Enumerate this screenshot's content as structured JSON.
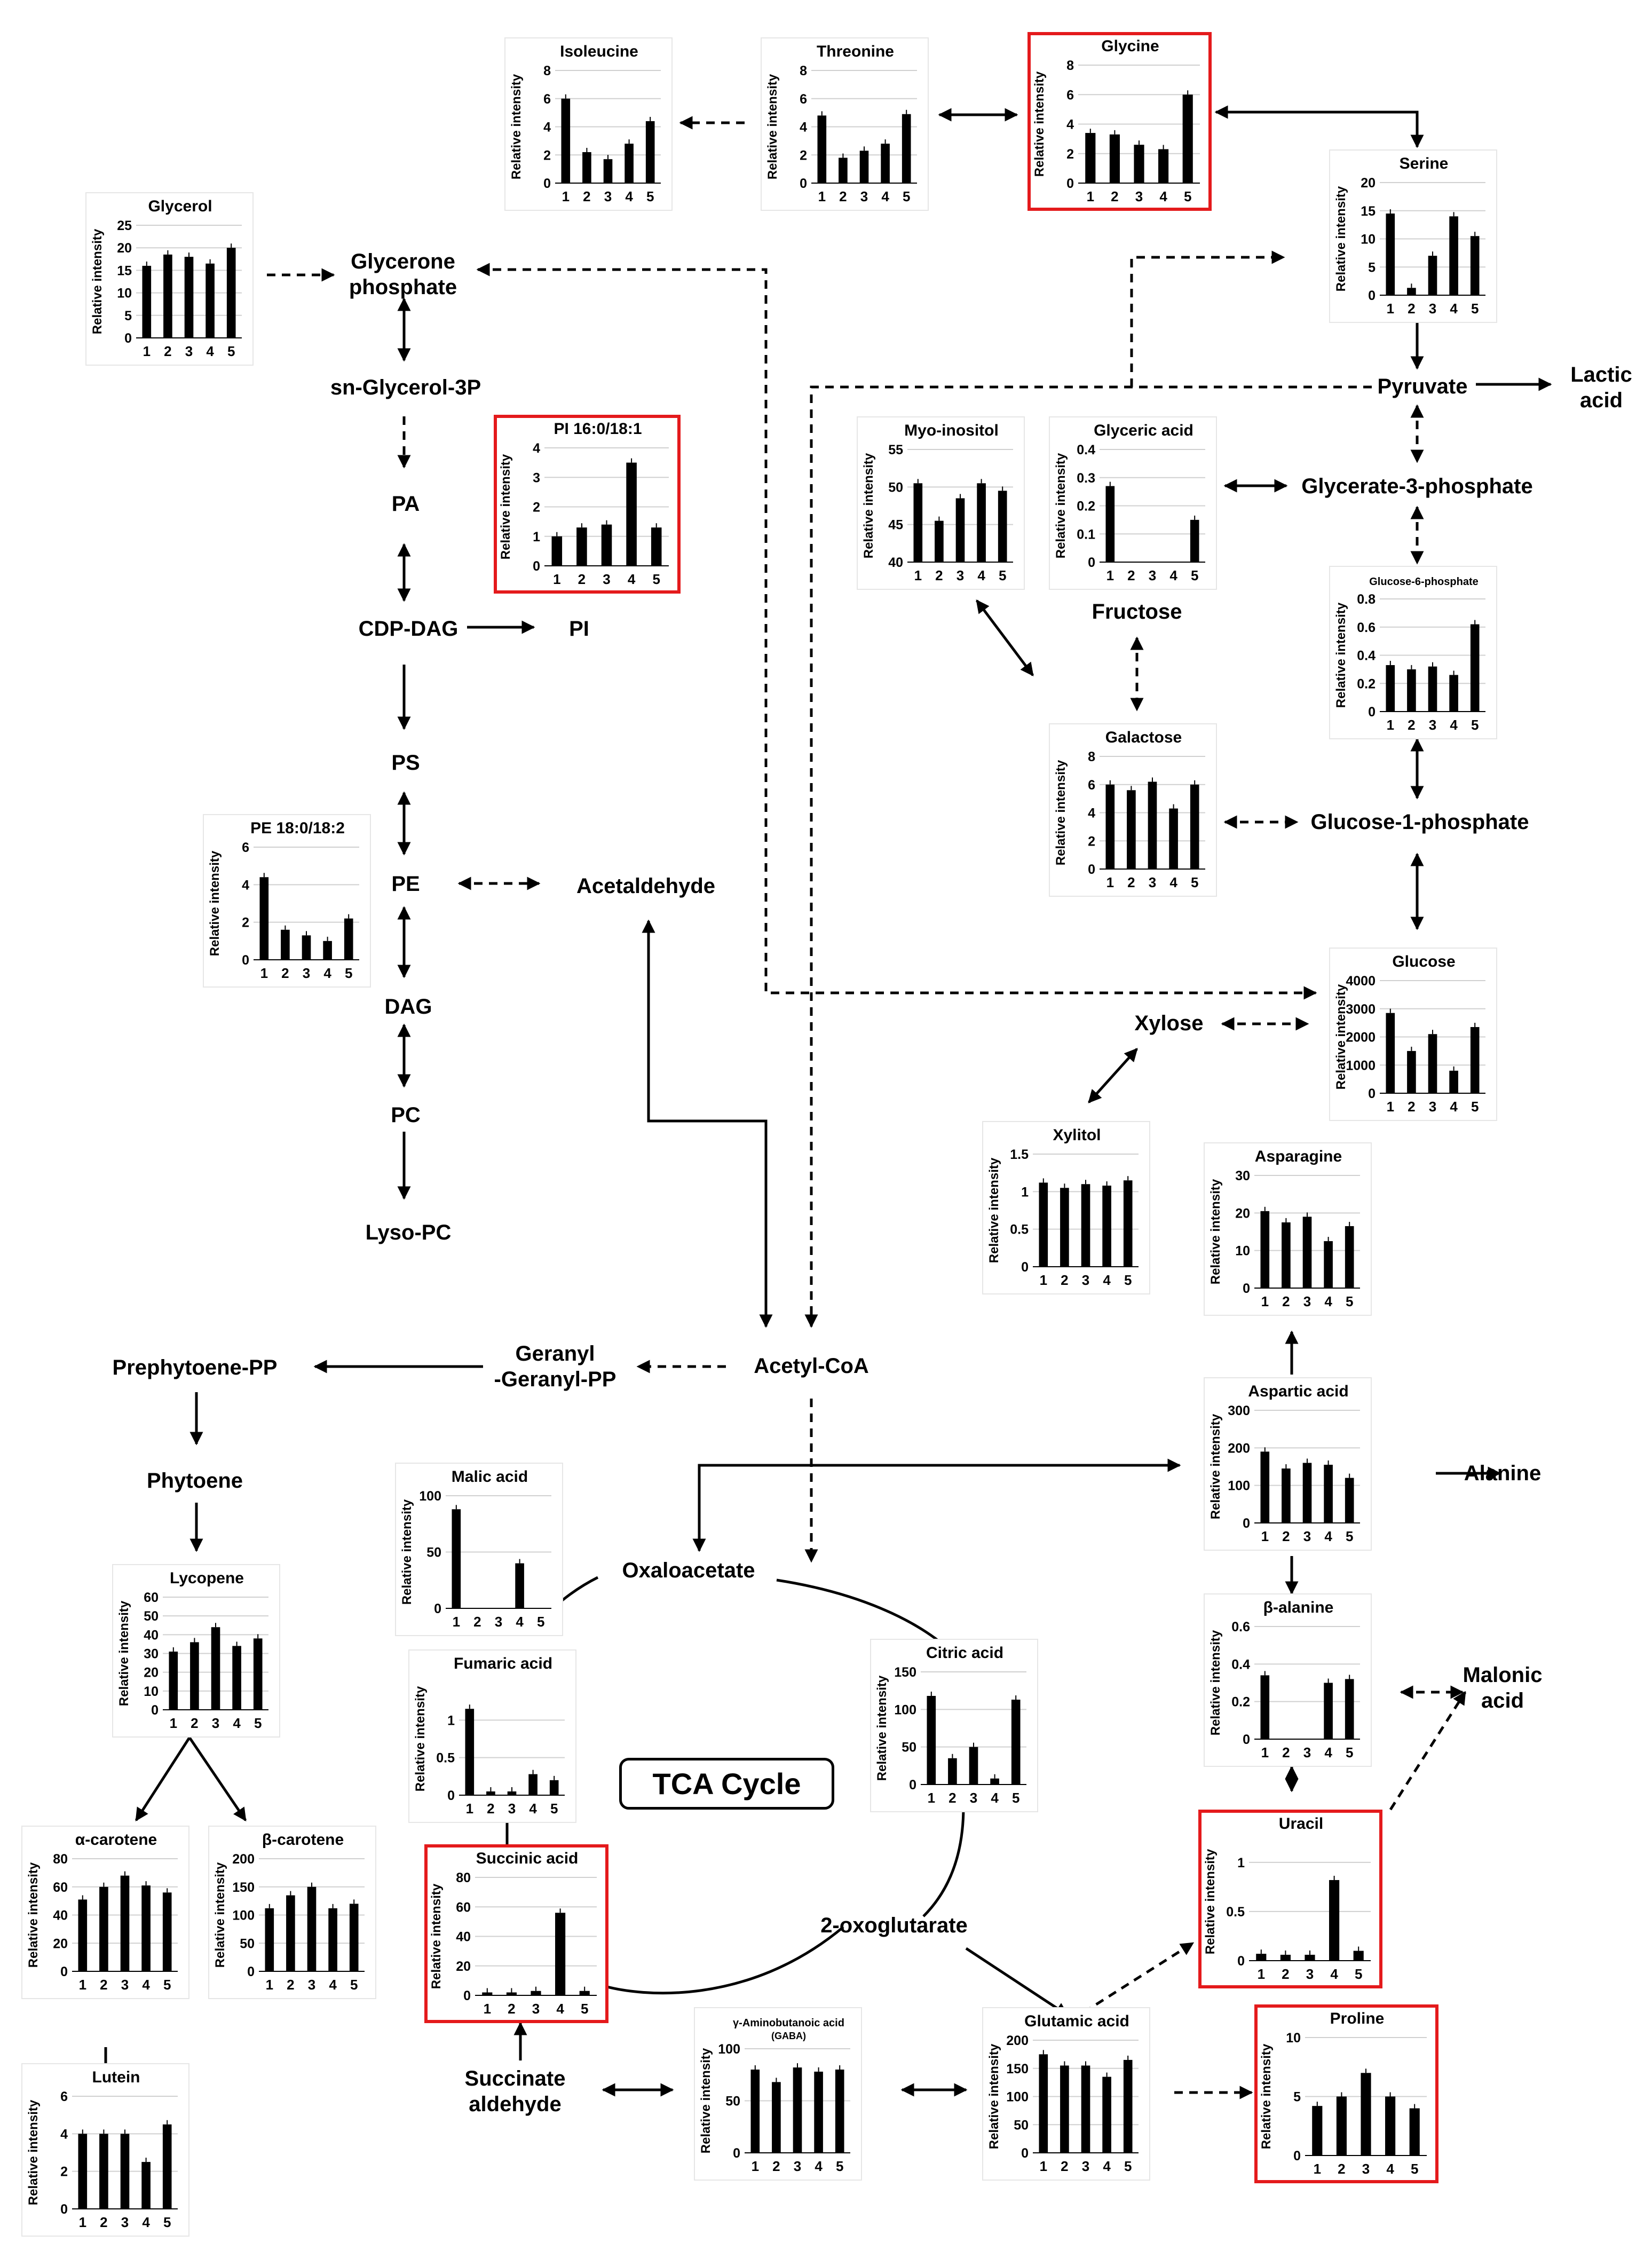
{
  "diagram": {
    "metabolites": {
      "glycerone_phosphate": "Glycerone\nphosphate",
      "sn_glycerol_3p": "sn-Glycerol-3P",
      "pa": "PA",
      "cdp_dag": "CDP-DAG",
      "pi": "PI",
      "ps": "PS",
      "pe": "PE",
      "dag": "DAG",
      "pc": "PC",
      "lyso_pc": "Lyso-PC",
      "acetaldehyde": "Acetaldehyde",
      "pyruvate": "Pyruvate",
      "lactic_acid": "Lactic\nacid",
      "glycerate_3_phosphate": "Glycerate-3-phosphate",
      "fructose": "Fructose",
      "glucose_1_phosphate": "Glucose-1-phosphate",
      "xylose": "Xylose",
      "alanine": "Alanine",
      "malonic_acid": "Malonic\nacid",
      "prephytoene_pp": "Prephytoene-PP",
      "geranyl_geranyl_pp": "Geranyl\n-Geranyl-PP",
      "acetyl_coa": "Acetyl-CoA",
      "phytoene": "Phytoene",
      "oxaloacetate": "Oxaloacetate",
      "two_oxoglutarate": "2-oxoglutarate",
      "succinate_aldehyde": "Succinate\naldehyde"
    },
    "tca_cycle_label": "TCA Cycle",
    "colors": {
      "highlight_border": "#e41a1c",
      "bars": "#000000",
      "arrows": "#000000"
    }
  },
  "chart_data": [
    {
      "name": "Isoleucine",
      "type": "bar",
      "title": "Isoleucine",
      "ylabel": "Relative intensity",
      "categories": [
        "1",
        "2",
        "3",
        "4",
        "5"
      ],
      "values": [
        6.0,
        2.2,
        1.7,
        2.8,
        4.4
      ],
      "ylim": [
        0,
        8
      ],
      "yticks": [
        "0",
        "2",
        "4",
        "6",
        "8"
      ],
      "highlighted": false
    },
    {
      "name": "Threonine",
      "type": "bar",
      "title": "Threonine",
      "ylabel": "Relative intensity",
      "categories": [
        "1",
        "2",
        "3",
        "4",
        "5"
      ],
      "values": [
        4.8,
        1.8,
        2.3,
        2.8,
        4.9
      ],
      "ylim": [
        0,
        8
      ],
      "yticks": [
        "0",
        "2",
        "4",
        "6",
        "8"
      ],
      "highlighted": false
    },
    {
      "name": "Glycine",
      "type": "bar",
      "title": "Glycine",
      "ylabel": "Relative intensity",
      "categories": [
        "1",
        "2",
        "3",
        "4",
        "5"
      ],
      "values": [
        3.4,
        3.3,
        2.6,
        2.3,
        6.0
      ],
      "ylim": [
        0,
        8
      ],
      "yticks": [
        "0",
        "2",
        "4",
        "6",
        "8"
      ],
      "highlighted": true
    },
    {
      "name": "Serine",
      "type": "bar",
      "title": "Serine",
      "ylabel": "Relative intensity",
      "categories": [
        "1",
        "2",
        "3",
        "4",
        "5"
      ],
      "values": [
        14.5,
        1.3,
        7.0,
        14.0,
        10.5
      ],
      "ylim": [
        0,
        20
      ],
      "yticks": [
        "0",
        "5",
        "10",
        "15",
        "20"
      ],
      "highlighted": false
    },
    {
      "name": "Glycerol",
      "type": "bar",
      "title": "Glycerol",
      "ylabel": "Relative intensity",
      "categories": [
        "1",
        "2",
        "3",
        "4",
        "5"
      ],
      "values": [
        16.0,
        18.5,
        18.0,
        16.5,
        20.0
      ],
      "ylim": [
        0,
        25
      ],
      "yticks": [
        "0",
        "5",
        "10",
        "15",
        "20",
        "25"
      ],
      "highlighted": false
    },
    {
      "name": "PI 16:0/18:1",
      "type": "bar",
      "title": "PI 16:0/18:1",
      "ylabel": "Relative intensity",
      "categories": [
        "1",
        "2",
        "3",
        "4",
        "5"
      ],
      "values": [
        1.0,
        1.3,
        1.4,
        3.5,
        1.3
      ],
      "ylim": [
        0,
        4
      ],
      "yticks": [
        "0",
        "1",
        "2",
        "3",
        "4"
      ],
      "highlighted": true
    },
    {
      "name": "Myo-inositol",
      "type": "bar",
      "title": "Myo-inositol",
      "ylabel": "Relative intensity",
      "categories": [
        "1",
        "2",
        "3",
        "4",
        "5"
      ],
      "values": [
        50.5,
        45.5,
        48.5,
        50.5,
        49.5
      ],
      "ylim": [
        40,
        55
      ],
      "yticks": [
        "40",
        "45",
        "50",
        "55"
      ],
      "highlighted": false
    },
    {
      "name": "Glyceric acid",
      "type": "bar",
      "title": "Glyceric acid",
      "ylabel": "Relative intensity",
      "categories": [
        "1",
        "2",
        "3",
        "4",
        "5"
      ],
      "values": [
        0.27,
        0.0,
        0.0,
        0.0,
        0.15
      ],
      "ylim": [
        0,
        0.4
      ],
      "yticks": [
        "0",
        "0.1",
        "0.2",
        "0.3",
        "0.4"
      ],
      "highlighted": false
    },
    {
      "name": "Glucose-6-phosphate",
      "type": "bar",
      "title": "Glucose-6-phosphate",
      "ylabel": "Relative intensity",
      "categories": [
        "1",
        "2",
        "3",
        "4",
        "5"
      ],
      "values": [
        0.33,
        0.3,
        0.32,
        0.26,
        0.62
      ],
      "ylim": [
        0,
        0.8
      ],
      "yticks": [
        "0",
        "0.2",
        "0.4",
        "0.6",
        "0.8"
      ],
      "highlighted": false
    },
    {
      "name": "Galactose",
      "type": "bar",
      "title": "Galactose",
      "ylabel": "Relative intensity",
      "categories": [
        "1",
        "2",
        "3",
        "4",
        "5"
      ],
      "values": [
        6.0,
        5.6,
        6.2,
        4.3,
        6.0
      ],
      "ylim": [
        0,
        8
      ],
      "yticks": [
        "0",
        "2",
        "4",
        "6",
        "8"
      ],
      "highlighted": false
    },
    {
      "name": "PE 18:0/18:2",
      "type": "bar",
      "title": "PE 18:0/18:2",
      "ylabel": "Relative intensity",
      "categories": [
        "1",
        "2",
        "3",
        "4",
        "5"
      ],
      "values": [
        4.4,
        1.6,
        1.3,
        1.0,
        2.2
      ],
      "ylim": [
        0,
        6
      ],
      "yticks": [
        "0",
        "2",
        "4",
        "6"
      ],
      "highlighted": false
    },
    {
      "name": "Glucose",
      "type": "bar",
      "title": "Glucose",
      "ylabel": "Relative intensity",
      "categories": [
        "1",
        "2",
        "3",
        "4",
        "5"
      ],
      "values": [
        2850,
        1500,
        2100,
        800,
        2350
      ],
      "ylim": [
        0,
        4000
      ],
      "yticks": [
        "0",
        "1000",
        "2000",
        "3000",
        "4000"
      ],
      "highlighted": false
    },
    {
      "name": "Xylitol",
      "type": "bar",
      "title": "Xylitol",
      "ylabel": "Relative intensity",
      "categories": [
        "1",
        "2",
        "3",
        "4",
        "5"
      ],
      "values": [
        1.12,
        1.05,
        1.1,
        1.08,
        1.15
      ],
      "ylim": [
        0,
        1.5
      ],
      "yticks": [
        "0",
        "0.5",
        "1",
        "1.5"
      ],
      "highlighted": false
    },
    {
      "name": "Asparagine",
      "type": "bar",
      "title": "Asparagine",
      "ylabel": "Relative intensity",
      "categories": [
        "1",
        "2",
        "3",
        "4",
        "5"
      ],
      "values": [
        20.5,
        17.5,
        19.0,
        12.5,
        16.5
      ],
      "ylim": [
        0,
        30
      ],
      "yticks": [
        "0",
        "10",
        "20",
        "30"
      ],
      "highlighted": false
    },
    {
      "name": "Aspartic acid",
      "type": "bar",
      "title": "Aspartic acid",
      "ylabel": "Relative intensity",
      "categories": [
        "1",
        "2",
        "3",
        "4",
        "5"
      ],
      "values": [
        190,
        145,
        160,
        155,
        120
      ],
      "ylim": [
        0,
        300
      ],
      "yticks": [
        "0",
        "100",
        "200",
        "300"
      ],
      "highlighted": false
    },
    {
      "name": "Malic acid",
      "type": "bar",
      "title": "Malic acid",
      "ylabel": "Relative intensity",
      "categories": [
        "1",
        "2",
        "3",
        "4",
        "5"
      ],
      "values": [
        88,
        0,
        0,
        40,
        0
      ],
      "ylim": [
        0,
        100
      ],
      "yticks": [
        "0",
        "50",
        "100"
      ],
      "highlighted": false
    },
    {
      "name": "Lycopene",
      "type": "bar",
      "title": "Lycopene",
      "ylabel": "Relative intensity",
      "categories": [
        "1",
        "2",
        "3",
        "4",
        "5"
      ],
      "values": [
        31,
        36,
        44,
        34,
        38
      ],
      "ylim": [
        0,
        60
      ],
      "yticks": [
        "0",
        "10",
        "20",
        "30",
        "40",
        "50",
        "60"
      ],
      "highlighted": false
    },
    {
      "name": "Fumaric acid",
      "type": "bar",
      "title": "Fumaric acid",
      "ylabel": "Relative intensity",
      "categories": [
        "1",
        "2",
        "3",
        "4",
        "5"
      ],
      "values": [
        1.15,
        0.05,
        0.05,
        0.28,
        0.2
      ],
      "ylim": [
        0,
        1.5
      ],
      "yticks": [
        "0",
        "0.5",
        "1"
      ],
      "highlighted": false
    },
    {
      "name": "Citric acid",
      "type": "bar",
      "title": "Citric acid",
      "ylabel": "Relative intensity",
      "categories": [
        "1",
        "2",
        "3",
        "4",
        "5"
      ],
      "values": [
        118,
        35,
        50,
        8,
        113
      ],
      "ylim": [
        0,
        150
      ],
      "yticks": [
        "0",
        "50",
        "100",
        "150"
      ],
      "highlighted": false
    },
    {
      "name": "beta-alanine",
      "type": "bar",
      "title": "β-alanine",
      "ylabel": "Relative intensity",
      "categories": [
        "1",
        "2",
        "3",
        "4",
        "5"
      ],
      "values": [
        0.34,
        0.0,
        0.0,
        0.3,
        0.32
      ],
      "ylim": [
        0,
        0.6
      ],
      "yticks": [
        "0",
        "0.2",
        "0.4",
        "0.6"
      ],
      "highlighted": false
    },
    {
      "name": "alpha-carotene",
      "type": "bar",
      "title": "α-carotene",
      "ylabel": "Relative intensity",
      "categories": [
        "1",
        "2",
        "3",
        "4",
        "5"
      ],
      "values": [
        51,
        60,
        68,
        61,
        56
      ],
      "ylim": [
        0,
        80
      ],
      "yticks": [
        "0",
        "20",
        "40",
        "60",
        "80"
      ],
      "highlighted": false
    },
    {
      "name": "beta-carotene",
      "type": "bar",
      "title": "β-carotene",
      "ylabel": "Relative intensity",
      "categories": [
        "1",
        "2",
        "3",
        "4",
        "5"
      ],
      "values": [
        112,
        135,
        150,
        112,
        120
      ],
      "ylim": [
        0,
        200
      ],
      "yticks": [
        "0",
        "50",
        "100",
        "150",
        "200"
      ],
      "highlighted": false
    },
    {
      "name": "Succinic acid",
      "type": "bar",
      "title": "Succinic acid",
      "ylabel": "Relative intensity",
      "categories": [
        "1",
        "2",
        "3",
        "4",
        "5"
      ],
      "values": [
        2,
        2,
        3,
        56,
        3
      ],
      "ylim": [
        0,
        80
      ],
      "yticks": [
        "0",
        "20",
        "40",
        "60",
        "80"
      ],
      "highlighted": true
    },
    {
      "name": "Uracil",
      "type": "bar",
      "title": "Uracil",
      "ylabel": "Relative intensity",
      "categories": [
        "1",
        "2",
        "3",
        "4",
        "5"
      ],
      "values": [
        0.07,
        0.06,
        0.06,
        0.82,
        0.1
      ],
      "ylim": [
        0,
        1.2
      ],
      "yticks": [
        "0",
        "0.5",
        "1"
      ],
      "highlighted": true
    },
    {
      "name": "Lutein",
      "type": "bar",
      "title": "Lutein",
      "ylabel": "Relative intensity",
      "categories": [
        "1",
        "2",
        "3",
        "4",
        "5"
      ],
      "values": [
        4.0,
        4.0,
        4.0,
        2.5,
        4.5
      ],
      "ylim": [
        0,
        6
      ],
      "yticks": [
        "0",
        "2",
        "4",
        "6"
      ],
      "highlighted": false
    },
    {
      "name": "GABA",
      "type": "bar",
      "title": "γ-Aminobutanoic acid",
      "subtitle": "(GABA)",
      "ylabel": "Relative intensity",
      "categories": [
        "1",
        "2",
        "3",
        "4",
        "5"
      ],
      "values": [
        80,
        68,
        82,
        78,
        80
      ],
      "ylim": [
        0,
        100
      ],
      "yticks": [
        "0",
        "50",
        "100"
      ],
      "highlighted": false
    },
    {
      "name": "Glutamic acid",
      "type": "bar",
      "title": "Glutamic acid",
      "ylabel": "Relative intensity",
      "categories": [
        "1",
        "2",
        "3",
        "4",
        "5"
      ],
      "values": [
        175,
        155,
        155,
        135,
        165
      ],
      "ylim": [
        0,
        200
      ],
      "yticks": [
        "0",
        "50",
        "100",
        "150",
        "200"
      ],
      "highlighted": false
    },
    {
      "name": "Proline",
      "type": "bar",
      "title": "Proline",
      "ylabel": "Relative intensity",
      "categories": [
        "1",
        "2",
        "3",
        "4",
        "5"
      ],
      "values": [
        4.2,
        5.0,
        7.0,
        5.0,
        4.0
      ],
      "ylim": [
        0,
        10
      ],
      "yticks": [
        "0",
        "5",
        "10"
      ],
      "highlighted": true
    }
  ]
}
